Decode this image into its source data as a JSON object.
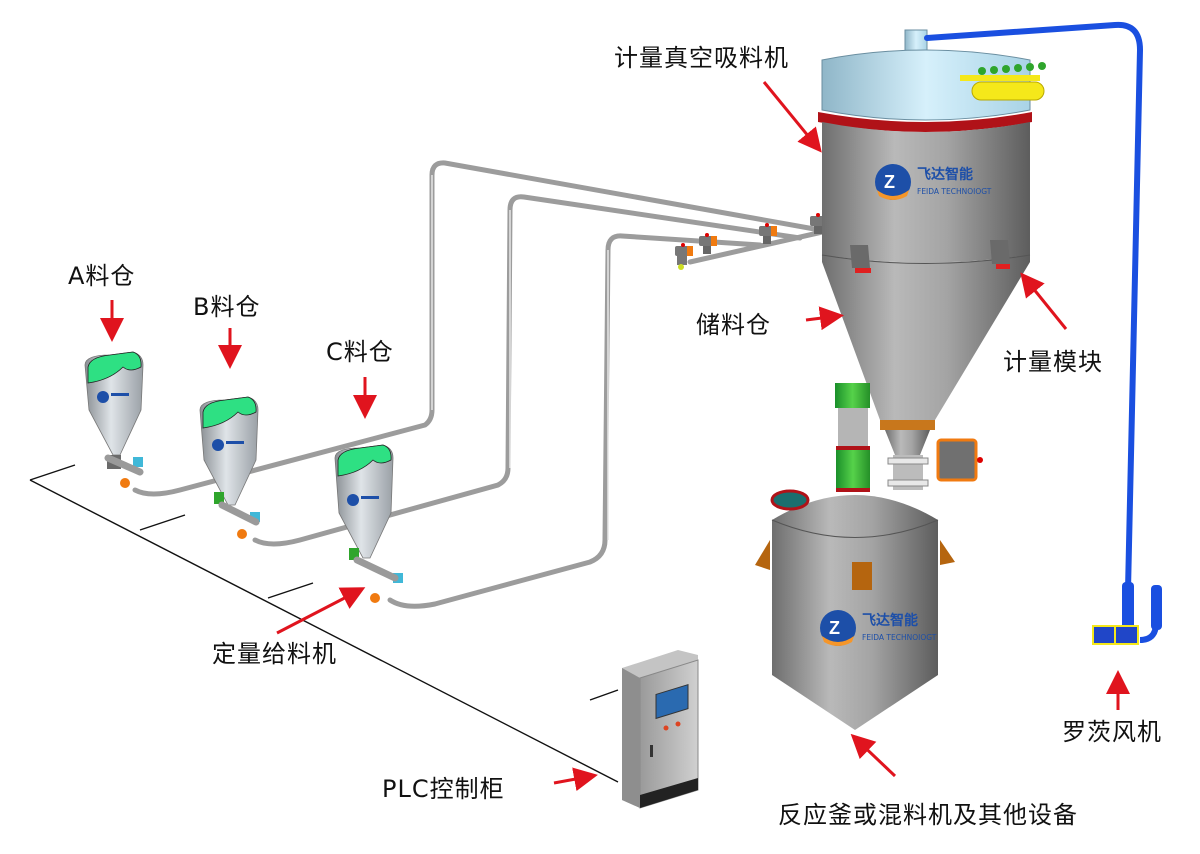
{
  "diagram": {
    "title": "Vacuum conveying and metered feeding system",
    "labels": {
      "vacuum_loader": "计量真空吸料机",
      "bin_a": "A料仓",
      "bin_b": "B料仓",
      "bin_c": "C料仓",
      "storage_bin": "储料仓",
      "weighing_module": "计量模块",
      "screw_feeder": "定量给料机",
      "plc_cabinet": "PLC控制柜",
      "reactor": "反应釜或混料机及其他设备",
      "roots_blower": "罗茨风机"
    },
    "brand": {
      "name_cn": "飞达智能",
      "name_en": "FEIDA TECHNOIOGT"
    },
    "colors": {
      "arrow": "#e0141e",
      "vessel_gray": "#9a9a9a",
      "lid_blue": "#bfe3f2",
      "flange_red": "#b01218",
      "bin_lid_green": "#2ee083",
      "vacuum_line_blue": "#1a4fe0",
      "manifold_yellow": "#f5e81a",
      "actuator_orange": "#f07a10",
      "nozzle_green": "#2fa52c",
      "pipe_gray": "#b8b8b8",
      "lug_brown": "#b5650f",
      "brand_blue": "#1d4fa8"
    }
  }
}
